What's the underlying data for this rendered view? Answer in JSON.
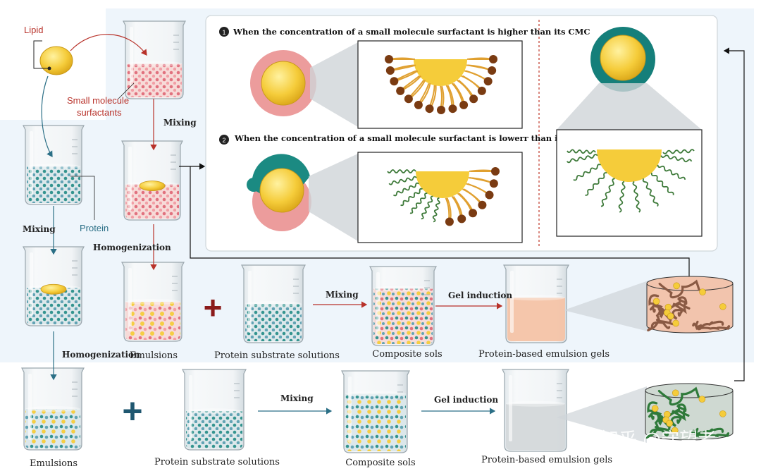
{
  "labels": {
    "lipid": "Lipid",
    "small_molecule_surfactants": [
      "Small molecule",
      "surfactants"
    ],
    "protein": "Protein",
    "mixing": "Mixing",
    "homogenization": "Homogenization",
    "emulsions": "Emulsions",
    "protein_substrate_solutions": "Protein substrate solutions",
    "composite_sols": "Composite sols",
    "gel_induction": "Gel induction",
    "protein_based_emulsion_gels": "Protein-based emulsion gels"
  },
  "panel": {
    "step1_num": "1",
    "step1_text": "When the concentration of a small molecule surfactant is higher than its CMC",
    "step2_num": "2",
    "step2_text": "When the concentration of a small molecule surfactant is lowerr than its CMC"
  },
  "operators": {
    "plus": "+"
  },
  "watermark": "知乎 @守望者",
  "colors": {
    "red_accent": "#b8322a",
    "teal_accent": "#2b6f86",
    "lipid_yellow": "#f2c230",
    "protein_teal": "#1f8f87",
    "surfactant_pink": "#e8838a",
    "brown_head": "#7a3b12",
    "tail_orange": "#e0a030",
    "protein_chain_green": "#3e7a3a"
  },
  "icons": [
    "beaker-icon",
    "lipid-droplet-icon",
    "gel-cube-icon",
    "micelle-icon"
  ]
}
